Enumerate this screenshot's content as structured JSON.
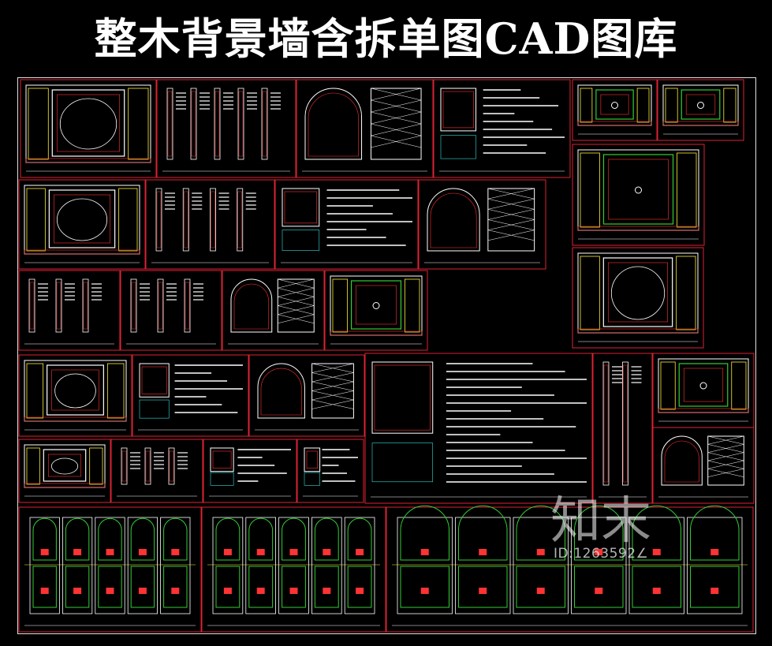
{
  "title": "整木背景墙含拆单图CAD图库",
  "watermark": {
    "logo_text": "知末",
    "id_text": "ID:1263592∠"
  },
  "colors": {
    "background": "#000000",
    "frame": "#e0e0e0",
    "sheet_border": "#dd2233",
    "line_white": "#ffffff",
    "line_yellow": "#ffee33",
    "line_green": "#33cc33",
    "line_red": "#ff3333",
    "line_cyan": "#33dddd"
  },
  "sheets": [
    {
      "name": "sheet-arched-lattice-wall",
      "style": "panel"
    },
    {
      "name": "sheet-column-details-1",
      "style": "columns"
    },
    {
      "name": "sheet-arched-mirror-panel",
      "style": "arch"
    },
    {
      "name": "sheet-section-notes-1",
      "style": "notes"
    },
    {
      "name": "sheet-green-frame-1",
      "style": "frame"
    },
    {
      "name": "sheet-green-frame-2",
      "style": "frame"
    },
    {
      "name": "sheet-window-wall",
      "style": "panel"
    },
    {
      "name": "sheet-column-details-2",
      "style": "columns"
    },
    {
      "name": "sheet-cabinet-details",
      "style": "notes"
    },
    {
      "name": "sheet-arched-doors",
      "style": "arch"
    },
    {
      "name": "sheet-centered-panel-wall",
      "style": "frame"
    },
    {
      "name": "sheet-oval-panel-wall",
      "style": "panel"
    },
    {
      "name": "sheet-column-details-3",
      "style": "columns"
    },
    {
      "name": "sheet-column-details-4",
      "style": "columns"
    },
    {
      "name": "sheet-oval-mirror-cabinet",
      "style": "arch"
    },
    {
      "name": "sheet-long-panel-wall",
      "style": "frame"
    },
    {
      "name": "sheet-fireplace-wall",
      "style": "panel"
    },
    {
      "name": "sheet-fireplace-details",
      "style": "notes"
    },
    {
      "name": "sheet-arch-niche",
      "style": "arch"
    },
    {
      "name": "sheet-fireplace-breakdown",
      "style": "notes"
    },
    {
      "name": "sheet-molding-details",
      "style": "columns"
    },
    {
      "name": "sheet-green-bookcase",
      "style": "frame"
    },
    {
      "name": "sheet-diamond-lattice-wall",
      "style": "panel"
    },
    {
      "name": "sheet-shelf-wall",
      "style": "columns"
    },
    {
      "name": "sheet-shelf-details",
      "style": "notes"
    },
    {
      "name": "sheet-small-table",
      "style": "notes"
    },
    {
      "name": "sheet-arched-panels",
      "style": "arch"
    },
    {
      "name": "sheet-red-door-wall-1",
      "style": "doors"
    },
    {
      "name": "sheet-red-door-wall-2",
      "style": "doors"
    },
    {
      "name": "sheet-red-door-details",
      "style": "doors"
    }
  ]
}
